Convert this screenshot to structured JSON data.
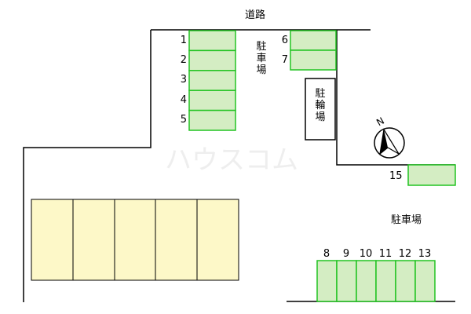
{
  "map": {
    "road_label": "道路",
    "parking_label_vertical": "駐車場",
    "bicycle_parking_label": "駐輪場",
    "parking_label_right": "駐車場",
    "north_label": "N",
    "watermark": "ハウスコム",
    "parking_spaces_left_column": [
      "1",
      "2",
      "3",
      "4",
      "5"
    ],
    "parking_spaces_right_column": [
      "6",
      "7"
    ],
    "parking_space_east": "15",
    "parking_spaces_bottom_row": [
      "8",
      "9",
      "10",
      "11",
      "12",
      "13"
    ],
    "colors": {
      "parking_fill": "#d4edc3",
      "parking_outline": "#22c322",
      "building_fill": "#fdf8c8",
      "line": "#000000"
    }
  }
}
